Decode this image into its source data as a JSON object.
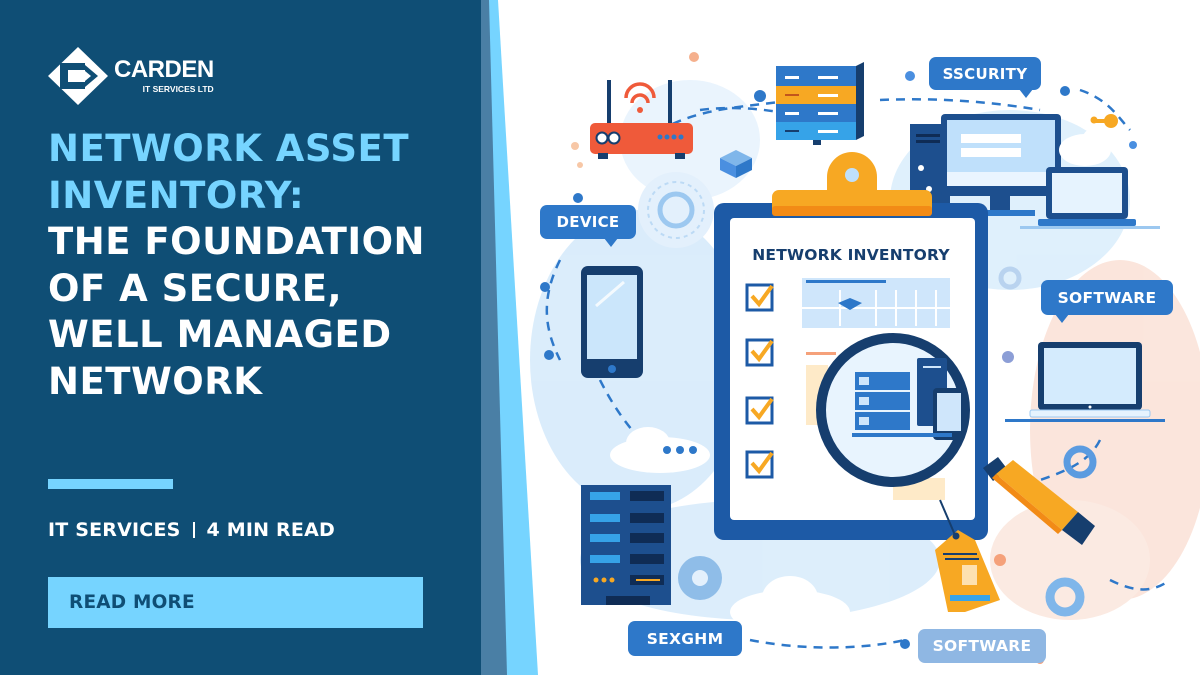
{
  "brand": {
    "name": "CARDEN",
    "subtitle": "IT SERVICES LTD",
    "logo_icon": "diamond-arrow-c-logo-icon"
  },
  "article": {
    "title_accent_lines": [
      "NETWORK ASSET",
      "INVENTORY:"
    ],
    "title_main_lines": [
      "THE FOUNDATION",
      "OF A SECURE,",
      "WELL MANAGED",
      "NETWORK"
    ],
    "category": "IT SERVICES",
    "read_time": "4 MIN READ",
    "cta_label": "READ MORE"
  },
  "illustration": {
    "clipboard_title": "NETWORK INVENTORY",
    "labels": {
      "device": "DEVICE",
      "security": "SSCURITY",
      "software_right": "SOFTWARE",
      "search": "SEXGHM",
      "software_bottom": "SOFTWARE"
    },
    "icons": [
      "router-icon",
      "server-stack-icon",
      "desktop-computer-icon",
      "laptop-icon",
      "smartphone-icon",
      "clipboard-icon",
      "checkbox-checked-icon",
      "magnifying-glass-icon",
      "asset-tag-icon",
      "server-rack-icon",
      "gear-icon",
      "cloud-icon",
      "wifi-icon",
      "key-icon"
    ]
  },
  "colors": {
    "panel_navy": "#0f4e75",
    "accent_cyan": "#76d4ff",
    "stripe_mid": "#4a7fa5",
    "label_blue": "#2e78c9",
    "orange": "#f7a823",
    "deep_navy": "#163e6e",
    "white": "#ffffff"
  }
}
